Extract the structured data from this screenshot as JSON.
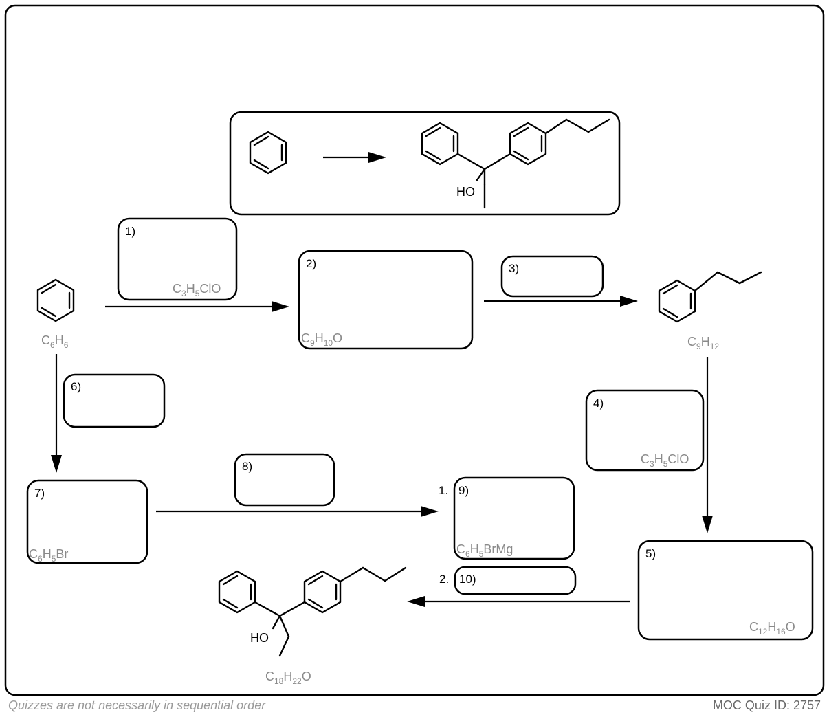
{
  "footer": {
    "note": "Quizzes are not necessarily in sequential order",
    "quiz_id": "MOC Quiz ID: 2757"
  },
  "goal": {
    "product_oh": "HO"
  },
  "boxes": {
    "b1": {
      "label": "1)",
      "formula": {
        "parts": [
          "C",
          "3",
          "H",
          "5",
          "ClO"
        ]
      }
    },
    "b2": {
      "label": "2)",
      "formula": {
        "parts": [
          "C",
          "9",
          "H",
          "10",
          "O"
        ]
      }
    },
    "b3": {
      "label": "3)"
    },
    "b4": {
      "label": "4)",
      "formula": {
        "parts": [
          "C",
          "3",
          "H",
          "5",
          "ClO"
        ]
      }
    },
    "b5": {
      "label": "5)",
      "formula": {
        "parts": [
          "C",
          "12",
          "H",
          "16",
          "O"
        ]
      }
    },
    "b6": {
      "label": "6)"
    },
    "b7": {
      "label": "7)",
      "formula": {
        "parts": [
          "C",
          "6",
          "H",
          "5",
          "Br"
        ]
      }
    },
    "b8": {
      "label": "8)"
    },
    "b9": {
      "label": "9)",
      "prefix": "1.",
      "formula": {
        "parts": [
          "C",
          "6",
          "H",
          "5",
          "BrMg"
        ]
      }
    },
    "b10": {
      "label": "10)",
      "prefix": "2."
    }
  },
  "compounds": {
    "benzene": {
      "formula": {
        "parts": [
          "C",
          "6",
          "H",
          "6"
        ]
      }
    },
    "propylbenzene": {
      "formula": {
        "parts": [
          "C",
          "9",
          "H",
          "12"
        ]
      }
    },
    "final_product": {
      "oh": "HO",
      "formula": {
        "parts": [
          "C",
          "18",
          "H",
          "22",
          "O"
        ]
      }
    }
  }
}
